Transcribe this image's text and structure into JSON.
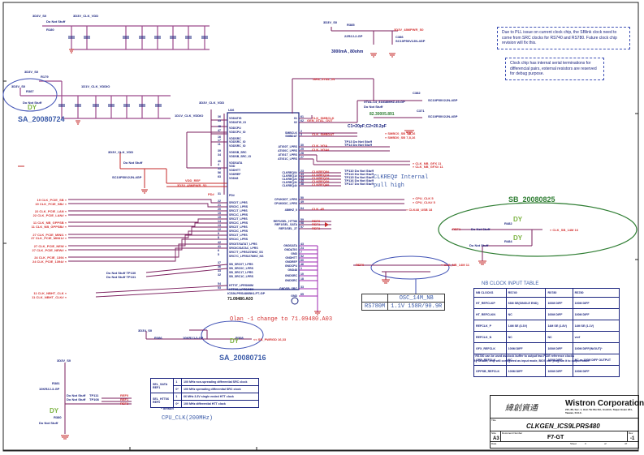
{
  "sheet": {
    "title": "CLKGEN_ICS9LPRS480",
    "company": "Wistron Corporation",
    "company_cn": "緯創資通",
    "address": "21F, 88, Sec. 1, Hsin Tai Wu Rd., Hsichih, Taipei Hsien 221, Taiwan, R.O.C.",
    "size": "A3",
    "doc_number": "F7-GT",
    "rev": "-1",
    "date_label": "Date",
    "sheet_label": "Sheet",
    "of_label": "of",
    "sheet_num": "3",
    "sheet_total": "47",
    "title_label": "Title",
    "size_label": "Size",
    "docnum_label": "Document Number",
    "rev_label": "Rev"
  },
  "notes": {
    "pll_issue": "Due to PLL issue on current clock chip, the SBlink clock need to come from SRC clocks for RS740 and RS780. Future clock chip revision will fix this.",
    "terminations": "Clock chip has internal serial terminations for differencial pairs, external resistors are reserved for debug purpose.",
    "clkreq": "CLKREQ# Internal pull high",
    "olan_change": "Olan -1 change to 71.09480.A03",
    "cpu_clk": "CPU_CLK(200MHz)",
    "current": "3000mA , 80ohm"
  },
  "annotations": {
    "sa1": "SA_20080724",
    "sa2": "SA_20080716",
    "sb1": "SB_20080825",
    "dy": "DY"
  },
  "rails": {
    "v3_s0": "3D3V_S0",
    "v3_clk_vdd": "3D3V_CLK_VDD",
    "v1_clk_vddio": "1D1V_CLK_VDDIO",
    "v3_48mpwr": "3D3V_48MPWR_S0",
    "vdd_ref": "VDD_REF",
    "gen_xtal_in": "GEN_XTAL_IN",
    "gen_xtal_out": "GEN_XTAL_OUT"
  },
  "ic": {
    "ref": "U26",
    "part": "ICS9LPRS480BKLFT-GP",
    "pn": "71.09480.A03",
    "left_pins": [
      {
        "num": "36",
        "name": "VDDATIG"
      },
      {
        "num": "35",
        "name": "VDDATIG_IO"
      },
      {
        "num": "48",
        "name": "VDDCPU"
      },
      {
        "num": "47",
        "name": "VDDCPU_IO"
      },
      {
        "num": "16",
        "name": "VDDSRC"
      },
      {
        "num": "17",
        "name": "VDDSRC_IO"
      },
      {
        "num": "11",
        "name": "VDDSRC_IO"
      },
      {
        "num": "39",
        "name": "VDDSB_SRC"
      },
      {
        "num": "34",
        "name": "VDDSB_SRC_IO"
      },
      {
        "num": "40",
        "name": "VDDSATA"
      },
      {
        "num": "4",
        "name": "VDD"
      },
      {
        "num": "55",
        "name": "VDDHTT"
      },
      {
        "num": "56",
        "name": "VDDREF"
      },
      {
        "num": "63",
        "name": "VDD48"
      },
      {
        "num": "31",
        "name": "PD#"
      },
      {
        "num": "22",
        "name": "SRC0T_LPRS"
      },
      {
        "num": "21",
        "name": "SRC0C_LPRS"
      },
      {
        "num": "20",
        "name": "SRC1T_LPRS"
      },
      {
        "num": "19",
        "name": "SRC1C_LPRS"
      },
      {
        "num": "15",
        "name": "SRC2T_LPRS"
      },
      {
        "num": "14",
        "name": "SRC2C_LPRS"
      },
      {
        "num": "13",
        "name": "SRC3T_LPRS"
      },
      {
        "num": "12",
        "name": "SRC3C_LPRS"
      },
      {
        "num": "9",
        "name": "SRC4T_LPRS"
      },
      {
        "num": "8",
        "name": "SRC4C_LPRS"
      },
      {
        "num": "42",
        "name": "SRC6T/SATAT_LPRS"
      },
      {
        "num": "41",
        "name": "SRC6C/SATAC_LPRS"
      },
      {
        "num": "6",
        "name": "SRC7T_LPRS/27MHZ_SS"
      },
      {
        "num": "5",
        "name": "SRC7C_LPRS/27MHZ_NS"
      },
      {
        "num": "37",
        "name": "SB_SRC0T_LPRS"
      },
      {
        "num": "36",
        "name": "SB_SRC0C_LPRS"
      },
      {
        "num": "33",
        "name": "SB_SRC1T_LPRS"
      },
      {
        "num": "32",
        "name": "SB_SRC1C_LPRS"
      },
      {
        "num": "54",
        "name": "HTT0T_LPRS/66M"
      },
      {
        "num": "53",
        "name": "HTT0C_LPRS/66M"
      }
    ],
    "right_pins": [
      {
        "num": "61",
        "name": "X1"
      },
      {
        "num": "62",
        "name": "X2"
      },
      {
        "num": "2",
        "name": "SMBCLK"
      },
      {
        "num": "3",
        "name": "SMBDAT"
      },
      {
        "num": "30",
        "name": "ATIG0T_LPRS"
      },
      {
        "num": "29",
        "name": "ATIG0C_LPRS"
      },
      {
        "num": "28",
        "name": "ATIG1T_LPRS"
      },
      {
        "num": "27",
        "name": "ATIG1C_LPRS"
      },
      {
        "num": "23",
        "name": "CLKREQ0#"
      },
      {
        "num": "43",
        "name": "CLKREQ1#"
      },
      {
        "num": "44",
        "name": "CLKREQ2#"
      },
      {
        "num": "45",
        "name": "CLKREQ3#"
      },
      {
        "num": "38",
        "name": "CLKREQ4#"
      },
      {
        "num": "50",
        "name": "CPUK8OT_LPRS"
      },
      {
        "num": "49",
        "name": "CPUK8OC_LPRS"
      },
      {
        "num": "64",
        "name": "48MHZ_0"
      },
      {
        "num": "59",
        "name": "REF0/SEL_HTT66"
      },
      {
        "num": "58",
        "name": "REF1/SEL_SATA"
      },
      {
        "num": "57",
        "name": "REF2/SEL_27"
      },
      {
        "num": "43",
        "name": "GNDSATA"
      },
      {
        "num": "24",
        "name": "GNDATIG"
      },
      {
        "num": "7",
        "name": "GND"
      },
      {
        "num": "52",
        "name": "GNDHTT"
      },
      {
        "num": "60",
        "name": "GNDREF"
      },
      {
        "num": "46",
        "name": "GNDCPU"
      },
      {
        "num": "1",
        "name": "GND48"
      },
      {
        "num": "10",
        "name": "GNDSRC"
      },
      {
        "num": "18",
        "name": "GNDSRC"
      },
      {
        "num": "33",
        "name": "GNDSB_SRC"
      },
      {
        "num": "65",
        "name": "GND"
      }
    ]
  },
  "left_nets": [
    {
      "page": "19",
      "name": "CLK_PCIE_SB"
    },
    {
      "page": "19",
      "name": "CLK_PCIE_SB#"
    },
    {
      "page": "22",
      "name": "CLK_PCIE_LAN"
    },
    {
      "page": "22",
      "name": "CLK_PCIE_LAN#"
    },
    {
      "page": "11",
      "name": "CLK_NB_GPPSB"
    },
    {
      "page": "11",
      "name": "CLK_NB_GPPSB#"
    },
    {
      "page": "27",
      "name": "CLK_PCIE_MINI1"
    },
    {
      "page": "27",
      "name": "CLK_PCIE_MINI1#"
    },
    {
      "page": "27",
      "name": "CLK_PCIE_NEW"
    },
    {
      "page": "27",
      "name": "CLK_PCIE_NEW#"
    },
    {
      "page": "24",
      "name": "CLK_PCIE_1394"
    },
    {
      "page": "24",
      "name": "CLK_PCIE_1394#"
    },
    {
      "page": "11",
      "name": "CLK_NBHT_CLK"
    },
    {
      "page": "11",
      "name": "CLK_NBHT_CLK#"
    }
  ],
  "right_nets": [
    {
      "name": "CLK_SMBCLK"
    },
    {
      "name": "CLK_SMBDAT"
    },
    {
      "name": "SMBC0_SB",
      "page": "7,8,16"
    },
    {
      "name": "SMBD0_SB",
      "page": "7,8,16"
    },
    {
      "name": "CLK_VGA"
    },
    {
      "name": "CLK_VGA#"
    },
    {
      "name": "CLK_NB_GFX",
      "page": "11"
    },
    {
      "name": "CLK_NB_GFX#",
      "page": "11"
    },
    {
      "name": "CLKREQ0#"
    },
    {
      "name": "CLKREQ1#"
    },
    {
      "name": "CLKREQ2#"
    },
    {
      "name": "CLKREQ3#"
    },
    {
      "name": "CLKREQ4#"
    },
    {
      "name": "CPU_CLK",
      "page": "5"
    },
    {
      "name": "CPU_CLK#",
      "page": "5"
    },
    {
      "name": "CLK_48"
    },
    {
      "name": "CLK48_USB",
      "page": "18"
    },
    {
      "name": "REF0"
    },
    {
      "name": "REF1"
    },
    {
      "name": "REF2"
    },
    {
      "name": "CLK_SB_14M",
      "page": "16"
    },
    {
      "name": "CLK_NB_14M",
      "page": "11"
    },
    {
      "name": "SB_PWRGD",
      "page": "16,33"
    }
  ],
  "test_points": [
    {
      "ref": "TP13",
      "state": "Do Not Stuff"
    },
    {
      "ref": "TP14",
      "state": "Do Not Stuff"
    },
    {
      "ref": "TP110",
      "state": "Do Not Stuff"
    },
    {
      "ref": "TP113",
      "state": "Do Not Stuff"
    },
    {
      "ref": "TP115",
      "state": "Do Not Stuff"
    },
    {
      "ref": "TP116",
      "state": "Do Not Stuff"
    },
    {
      "ref": "TP117",
      "state": "Do Not Stuff"
    },
    {
      "ref": "TP130",
      "state": "Do Not Stuff"
    },
    {
      "ref": "TP131",
      "state": "Do Not Stuff"
    },
    {
      "ref": "TP111",
      "state": "Do Not Stuff"
    },
    {
      "ref": "TP108",
      "state": "Do Not Stuff"
    }
  ],
  "components": {
    "r180": "R180",
    "r179": "R179",
    "r387": "R387",
    "r385": "R385",
    "r386": "R386",
    "r308": "R308",
    "r381": "R381",
    "r380": "R380",
    "r482": "R482",
    "r484": "R484",
    "r468": "R468",
    "rn3": "RN3",
    "dns": "Do Not Stuff",
    "c382": "C382",
    "c371": "C371",
    "c386": "C386",
    "c_val": "SC10P50V2JN-4GP",
    "res_22": "22R2J-2-GP",
    "res_10k": "10KR2J-3-GP",
    "res_33": "33R2J-2-GP",
    "xtal": "X4",
    "xtal_desc": "XTAL-14_31818MHZ-49-GP",
    "xtal_f": "82.30005.891",
    "c_dy": "C1=20pF;C2=20.2pF",
    "pd": "PD#"
  },
  "nb_clock_table": {
    "title": "NB CLOCK INPUT TABLE",
    "headers": [
      "NB CLOCKS",
      "RS740",
      "RX780",
      "RS780"
    ],
    "rows": [
      [
        "HT_REFCLKP",
        "66M SE(SINGLE END)",
        "100M DIFF",
        "100M DIFF"
      ],
      [
        "HT_REFCLKN",
        "NC",
        "100M DIFF",
        "100M DIFF"
      ],
      [
        "REFCLK_P",
        "14M SE (3.3V)",
        "14M SE (1.8V)",
        "14M SE (1.1V)"
      ],
      [
        "REFCLK_N",
        "NC",
        "NC",
        "vref"
      ],
      [
        "GFX_REFCLK",
        "100M DIFF",
        "100M DIFF",
        "100M DIFF(IN/OUT)*"
      ],
      [
        "GPP_REFCLK",
        "NC",
        "100M DIFF",
        "NC or 100M DIFF OUTPUT"
      ],
      [
        "GPPSB_REFCLK",
        "100M DIFF",
        "100M DIFF",
        "100M DIFF"
      ]
    ],
    "footnote1": "* RS780 can be used as clock buffer to output two PCIE reference clocks",
    "footnote2": "By default, chip will configured as input mode, BIOS can program it to output mode."
  },
  "sel_table": {
    "rows": [
      {
        "name": "SEL_SATA",
        "pin": "REF1",
        "val": "1",
        "desc": "100 MHz non-spreading differential SRC clock"
      },
      {
        "name": "",
        "pin": "",
        "val": "0*",
        "desc": "100 MHz spreading differential SRC clock"
      },
      {
        "name": "SEL_HTT66",
        "pin": "REF0",
        "val": "1",
        "desc": "66 MHz 3.3V single ended HTT clock"
      },
      {
        "name": "",
        "pin": "",
        "val": "0*",
        "desc": "100 MHz differential HTT clock"
      }
    ],
    "default_note": "* default"
  },
  "osc_table": {
    "header": "OSC_14M_NB",
    "row_label": "RS780M",
    "row_value": "1.1V 158R/90.9R"
  }
}
